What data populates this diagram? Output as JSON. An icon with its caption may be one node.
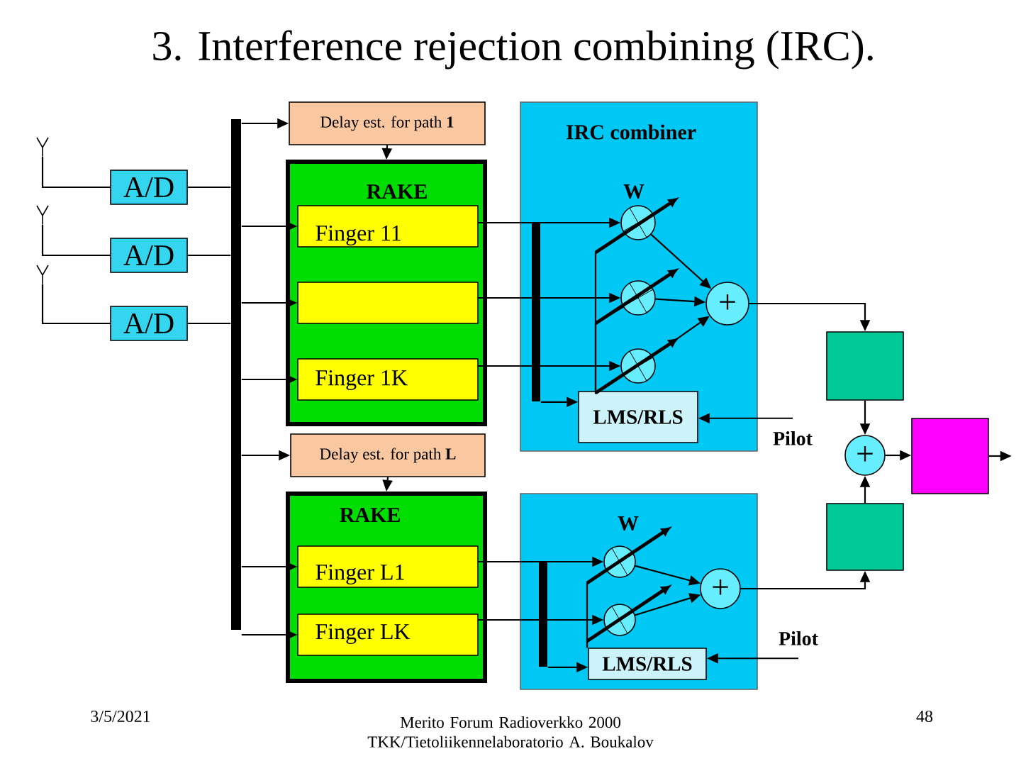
{
  "diagram": {
    "title": "3. Interference rejection combining (IRC).",
    "nodes": [
      {
        "text": [],
        "shape": "antenna"
      },
      {
        "text": [],
        "shape": "antenna"
      },
      {
        "text": [],
        "shape": "antenna"
      },
      {
        "text": [
          "A/D"
        ]
      },
      {
        "text": [
          "A/D"
        ]
      },
      {
        "text": [
          "A/D"
        ]
      },
      {
        "text": [],
        "shape": "bar"
      },
      {
        "text": [
          "Delay est. for path **1**"
        ]
      },
      {
        "text": [
          "RAKE"
        ]
      },
      {
        "text": [
          "Finger 11"
        ],
        "in": 8
      },
      {
        "text": [],
        "shape": "box",
        "in": 8
      },
      {
        "text": [
          "Finger 1K"
        ],
        "in": 8
      },
      {
        "text": [
          "IRC combiner"
        ]
      },
      {
        "text": [],
        "shape": "bar",
        "in": 12
      },
      {
        "text": [],
        "shape": "circle",
        "in": 12,
        "beside": [
          "W"
        ]
      },
      {
        "text": [],
        "shape": "circle",
        "in": 12
      },
      {
        "text": [],
        "shape": "circle",
        "in": 12
      },
      {
        "text": [
          "+"
        ],
        "in": 12
      },
      {
        "text": [
          "LMS/RLS"
        ],
        "in": 12
      },
      {
        "text": [
          "Delay est. for path **L**"
        ]
      },
      {
        "text": [
          "RAKE"
        ]
      },
      {
        "text": [
          "Finger L1"
        ],
        "in": 20
      },
      {
        "text": [
          "Finger LK"
        ],
        "in": 20
      },
      {
        "text": [],
        "shape": "box"
      },
      {
        "text": [],
        "shape": "bar",
        "in": 23
      },
      {
        "text": [],
        "shape": "circle",
        "in": 23,
        "beside": [
          "W"
        ]
      },
      {
        "text": [],
        "shape": "circle",
        "in": 23
      },
      {
        "text": [
          "+"
        ],
        "in": 23
      },
      {
        "text": [
          "LMS/RLS"
        ],
        "in": 23
      },
      {
        "text": [],
        "shape": "box"
      },
      {
        "text": [],
        "shape": "box"
      },
      {
        "text": [
          "+"
        ]
      },
      {
        "text": [],
        "shape": "box"
      },
      {
        "text": [
          "Pilot"
        ]
      },
      {
        "text": [
          "Pilot"
        ]
      }
    ],
    "edges": [
      {
        "from": 0,
        "to": 3,
        "arrow": "none"
      },
      {
        "from": 1,
        "to": 4,
        "arrow": "none"
      },
      {
        "from": 2,
        "to": 5,
        "arrow": "none"
      },
      {
        "from": 3,
        "to": 6,
        "arrow": "none"
      },
      {
        "from": 4,
        "to": 6,
        "arrow": "none"
      },
      {
        "from": 5,
        "to": 6,
        "arrow": "none"
      },
      {
        "from": 6,
        "to": 7,
        "arrow": "to"
      },
      {
        "from": 6,
        "to": 9,
        "arrow": "to"
      },
      {
        "from": 6,
        "to": 10,
        "arrow": "to"
      },
      {
        "from": 6,
        "to": 11,
        "arrow": "to"
      },
      {
        "from": 7,
        "to": 8,
        "arrow": "to"
      },
      {
        "from": 9,
        "to": 14,
        "arrow": "to"
      },
      {
        "from": 10,
        "to": 15,
        "arrow": "to"
      },
      {
        "from": 11,
        "to": 16,
        "arrow": "to"
      },
      {
        "from": 13,
        "to": 18,
        "arrow": "to"
      },
      {
        "from": 18,
        "to": 14,
        "arrow": "none"
      },
      {
        "from": 18,
        "to": 15,
        "arrow": "none"
      },
      {
        "from": 18,
        "to": 16,
        "arrow": "none"
      },
      {
        "from": 14,
        "to": 17,
        "arrow": "to"
      },
      {
        "from": 15,
        "to": 17,
        "arrow": "to"
      },
      {
        "from": 16,
        "to": 17,
        "arrow": "to"
      },
      {
        "from": 17,
        "to": 29,
        "arrow": "to"
      },
      {
        "from": 33,
        "to": 18,
        "arrow": "to"
      },
      {
        "from": 29,
        "to": 31,
        "arrow": "to"
      },
      {
        "from": 31,
        "to": 32,
        "arrow": "to"
      },
      {
        "from": 32,
        "to": null,
        "arrow": "to"
      },
      {
        "from": 6,
        "to": 19,
        "arrow": "to"
      },
      {
        "from": 6,
        "to": 21,
        "arrow": "to"
      },
      {
        "from": 6,
        "to": 22,
        "arrow": "to"
      },
      {
        "from": 19,
        "to": 20,
        "arrow": "to"
      },
      {
        "from": 21,
        "to": 25,
        "arrow": "to"
      },
      {
        "from": 22,
        "to": 26,
        "arrow": "to"
      },
      {
        "from": 24,
        "to": 28,
        "arrow": "to"
      },
      {
        "from": 28,
        "to": 25,
        "arrow": "none"
      },
      {
        "from": 28,
        "to": 26,
        "arrow": "none"
      },
      {
        "from": 25,
        "to": 27,
        "arrow": "to"
      },
      {
        "from": 26,
        "to": 27,
        "arrow": "to"
      },
      {
        "from": 27,
        "to": 30,
        "arrow": "to"
      },
      {
        "from": 30,
        "to": 31,
        "arrow": "to"
      },
      {
        "from": 34,
        "to": 28,
        "arrow": "to"
      }
    ],
    "labels": [
      "3/5/2021",
      "Merito Forum Radioverkko 2000 TKK/Tietoliikennelaboratorio A. Boukalov",
      "48"
    ]
  }
}
